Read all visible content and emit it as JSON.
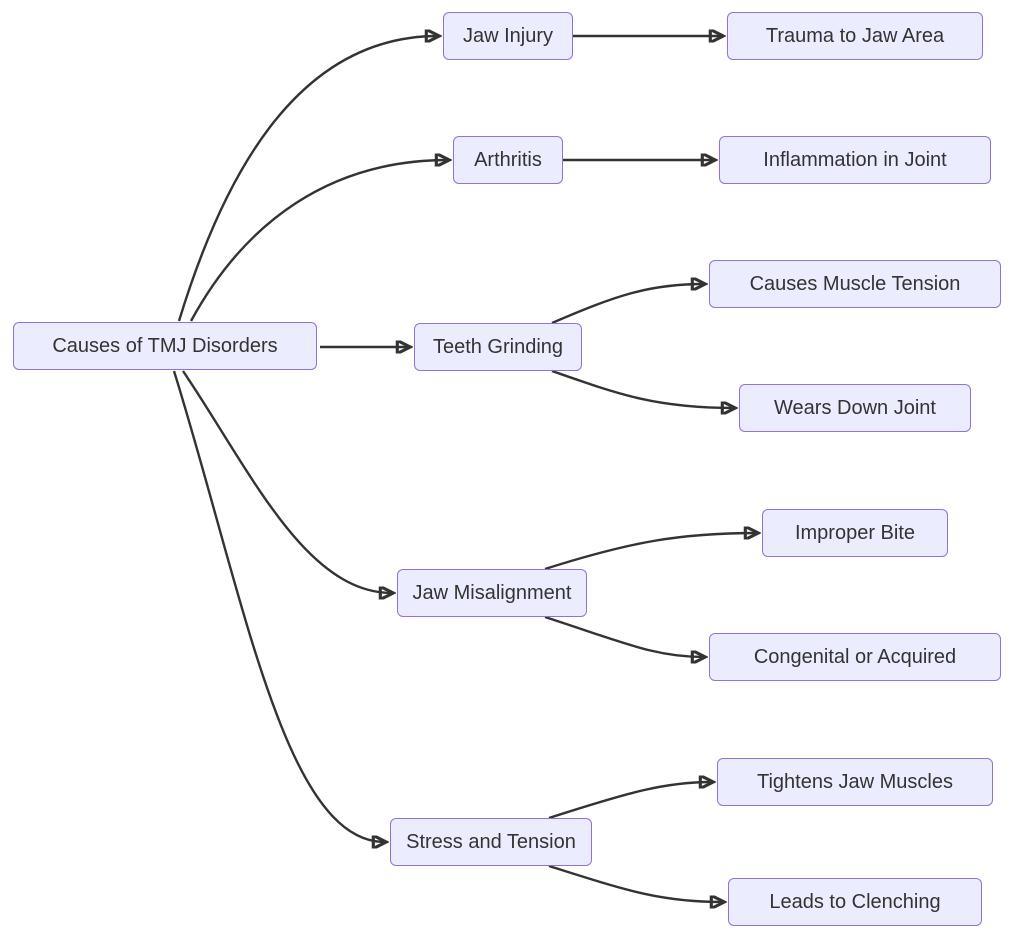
{
  "diagram": {
    "type": "flowchart",
    "direction": "left-to-right",
    "colors": {
      "node_fill": "#ECECFF",
      "node_border": "#9370DB",
      "node_text": "#333333",
      "edge": "#333333",
      "background": "#FFFFFF"
    },
    "nodes": [
      {
        "id": "causes",
        "label": "Causes of TMJ Disorders"
      },
      {
        "id": "jaw-injury",
        "label": "Jaw Injury"
      },
      {
        "id": "trauma",
        "label": "Trauma to Jaw Area"
      },
      {
        "id": "arthritis",
        "label": "Arthritis"
      },
      {
        "id": "inflammation",
        "label": "Inflammation in Joint"
      },
      {
        "id": "teeth-grinding",
        "label": "Teeth Grinding"
      },
      {
        "id": "muscle-tension",
        "label": "Causes Muscle Tension"
      },
      {
        "id": "wears-joint",
        "label": "Wears Down Joint"
      },
      {
        "id": "jaw-misalignment",
        "label": "Jaw Misalignment"
      },
      {
        "id": "improper-bite",
        "label": "Improper Bite"
      },
      {
        "id": "congenital",
        "label": "Congenital or Acquired"
      },
      {
        "id": "stress",
        "label": "Stress and Tension"
      },
      {
        "id": "tightens",
        "label": "Tightens Jaw Muscles"
      },
      {
        "id": "clenching",
        "label": "Leads to Clenching"
      }
    ],
    "edges": [
      {
        "from": "Causes of TMJ Disorders",
        "to": "Jaw Injury"
      },
      {
        "from": "Causes of TMJ Disorders",
        "to": "Arthritis"
      },
      {
        "from": "Causes of TMJ Disorders",
        "to": "Teeth Grinding"
      },
      {
        "from": "Causes of TMJ Disorders",
        "to": "Jaw Misalignment"
      },
      {
        "from": "Causes of TMJ Disorders",
        "to": "Stress and Tension"
      },
      {
        "from": "Jaw Injury",
        "to": "Trauma to Jaw Area"
      },
      {
        "from": "Arthritis",
        "to": "Inflammation in Joint"
      },
      {
        "from": "Teeth Grinding",
        "to": "Causes Muscle Tension"
      },
      {
        "from": "Teeth Grinding",
        "to": "Wears Down Joint"
      },
      {
        "from": "Jaw Misalignment",
        "to": "Improper Bite"
      },
      {
        "from": "Jaw Misalignment",
        "to": "Congenital or Acquired"
      },
      {
        "from": "Stress and Tension",
        "to": "Tightens Jaw Muscles"
      },
      {
        "from": "Stress and Tension",
        "to": "Leads to Clenching"
      }
    ]
  }
}
